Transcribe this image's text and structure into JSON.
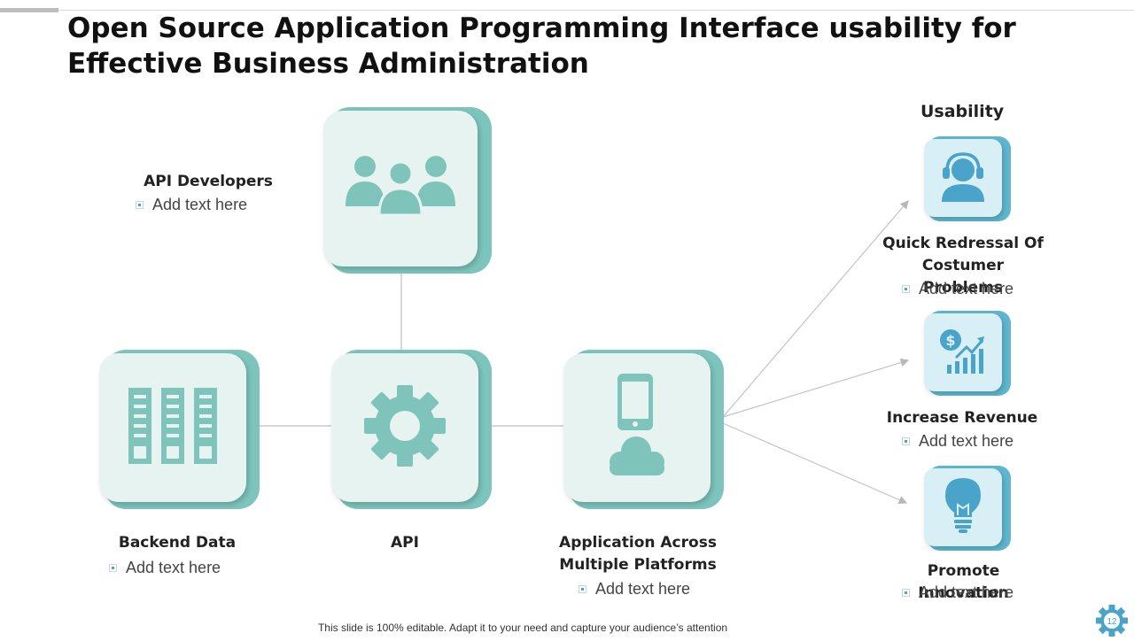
{
  "title": "Open Source Application Programming Interface usability for Effective Business Administration",
  "nodes": {
    "developers": {
      "label": "API Developers",
      "text": "Add text here",
      "icon": "people-group-icon"
    },
    "backend": {
      "label": "Backend Data",
      "text": "Add text here",
      "icon": "server-rack-icon"
    },
    "api": {
      "label": "API",
      "icon": "gear-icon"
    },
    "platforms": {
      "label": "Application Across Multiple Platforms",
      "text": "Add text here",
      "icon": "mobile-cloud-icon"
    }
  },
  "usability": {
    "heading": "Usability",
    "items": [
      {
        "label": "Quick Redressal Of Costumer Problems",
        "text": "Add text here",
        "icon": "headset-agent-icon"
      },
      {
        "label": "Increase Revenue",
        "text": "Add text here",
        "icon": "revenue-growth-icon"
      },
      {
        "label": "Promote Innovation",
        "text": "Add text here",
        "icon": "lightbulb-icon"
      }
    ]
  },
  "footer": "This slide is 100% editable. Adapt it to your need and capture your audience’s attention",
  "page_number": "12",
  "colors": {
    "teal": "#7cc4bc",
    "teal_icon": "#7fc4bb",
    "blue": "#4aa3c9",
    "tile_bg": "#e7f3f1"
  }
}
